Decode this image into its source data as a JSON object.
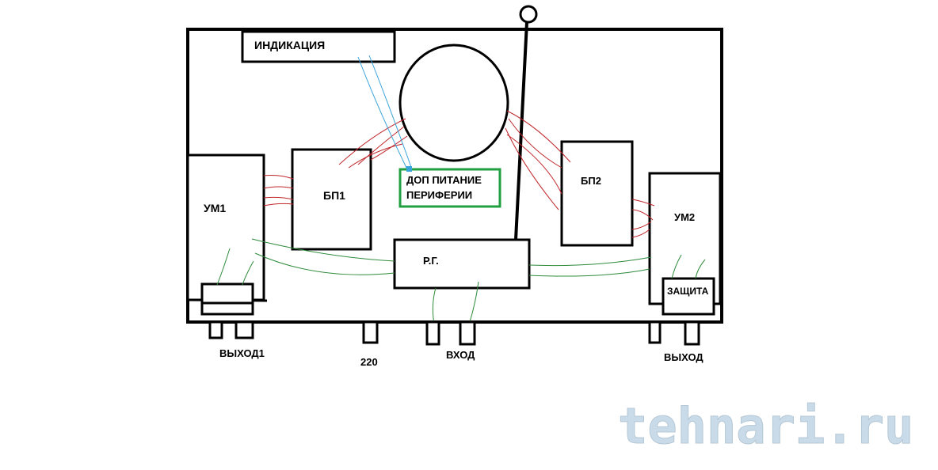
{
  "labels": {
    "indication": "ИНДИКАЦИЯ",
    "dop_line1": "ДОП ПИТАНИЕ",
    "dop_line2": "ПЕРИФЕРИИ",
    "bp1": "БП1",
    "bp2": "БП2",
    "um1": "УМ1",
    "um2": "УМ2",
    "rg": "Р.Г.",
    "zashchita": "ЗАЩИТА",
    "vyhod1": "ВЫХОД1",
    "power_220": "220",
    "vhod": "ВХОД",
    "vyhod": "ВЫХОД"
  },
  "watermark": {
    "text": "tehnari.ru"
  },
  "colors": {
    "outline": "#000000",
    "wire_red": "#c0262b",
    "wire_green": "#2e8b3a",
    "wire_blue": "#3aa3d8",
    "dop_border": "#22a040",
    "watermark_fill": "#c9dbe8"
  }
}
